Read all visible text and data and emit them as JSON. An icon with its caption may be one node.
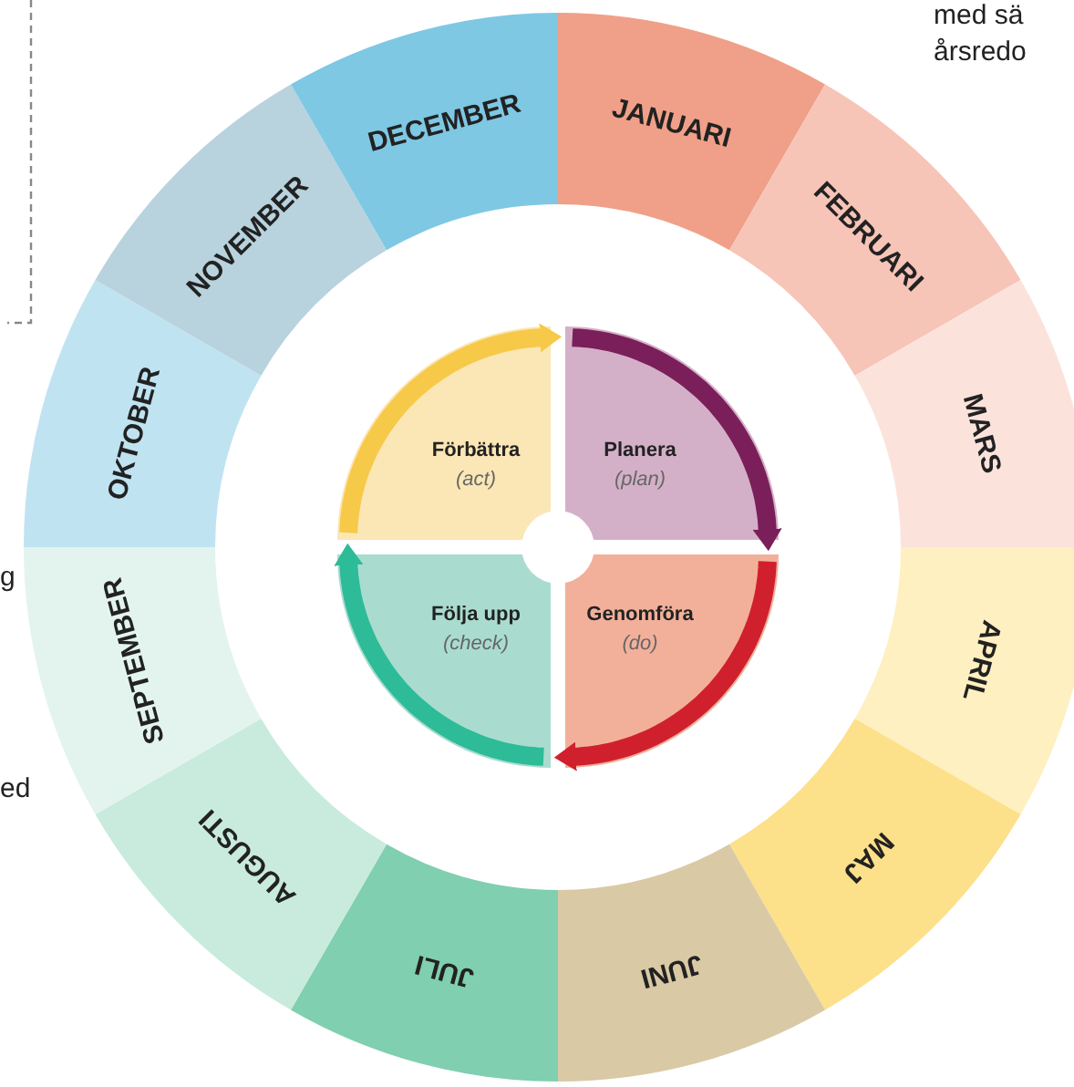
{
  "diagram": {
    "nodes": [
      {
        "text": [
          "JANUARI"
        ]
      },
      {
        "text": [
          "FEBRUARI"
        ]
      },
      {
        "text": [
          "MARS"
        ]
      },
      {
        "text": [
          "APRIL"
        ]
      },
      {
        "text": [
          "MAJ"
        ]
      },
      {
        "text": [
          "JUNI"
        ]
      },
      {
        "text": [
          "JULI"
        ]
      },
      {
        "text": [
          "AUGUSTI"
        ]
      },
      {
        "text": [
          "SEPTEMBER"
        ]
      },
      {
        "text": [
          "OKTOBER"
        ]
      },
      {
        "text": [
          "NOVEMBER"
        ]
      },
      {
        "text": [
          "DECEMBER"
        ]
      },
      {
        "text": [
          "Planera",
          "(plan)"
        ]
      },
      {
        "text": [
          "Genomföra",
          "(do)"
        ]
      },
      {
        "text": [
          "Följa upp",
          "(check)"
        ]
      },
      {
        "text": [
          "Förbättra",
          "(act)"
        ]
      }
    ],
    "edges": [
      {
        "from": 12,
        "to": 13,
        "arrow": "to",
        "color": "#7b1f5a"
      },
      {
        "from": 13,
        "to": 14,
        "arrow": "to",
        "color": "#d0202e"
      },
      {
        "from": 14,
        "to": 15,
        "arrow": "to",
        "color": "#2dbb98"
      },
      {
        "from": 15,
        "to": 12,
        "arrow": "to",
        "color": "#f7c948"
      }
    ],
    "labels": [
      "med sä",
      "årsredo",
      "g",
      "ed"
    ]
  }
}
